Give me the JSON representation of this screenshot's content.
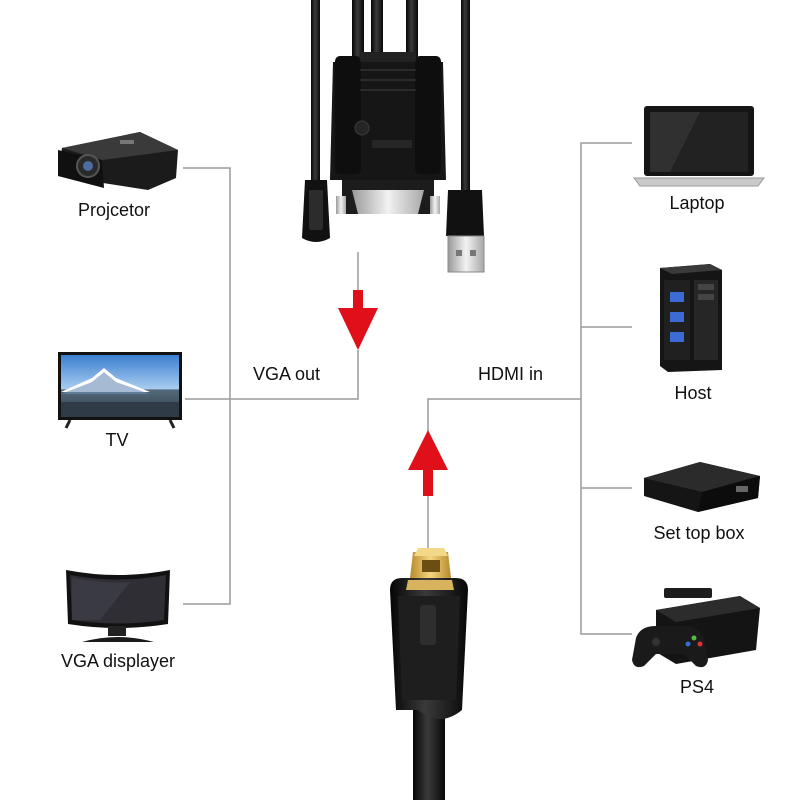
{
  "connector_labels": {
    "vga_out": "VGA out",
    "hdmi_in": "HDMI in"
  },
  "devices_left": [
    {
      "label": "Projcetor",
      "icon": "projector-icon"
    },
    {
      "label": "TV",
      "icon": "tv-icon"
    },
    {
      "label": "VGA displayer",
      "icon": "curved-monitor-icon"
    }
  ],
  "devices_right": [
    {
      "label": "Laptop",
      "icon": "laptop-icon"
    },
    {
      "label": "Host",
      "icon": "desktop-tower-icon"
    },
    {
      "label": "Set top box",
      "icon": "set-top-box-icon"
    },
    {
      "label": "PS4",
      "icon": "game-console-icon"
    }
  ],
  "colors": {
    "arrow": "#e0101a",
    "line": "#9a9a9a",
    "cable": "#1a1a1a"
  }
}
